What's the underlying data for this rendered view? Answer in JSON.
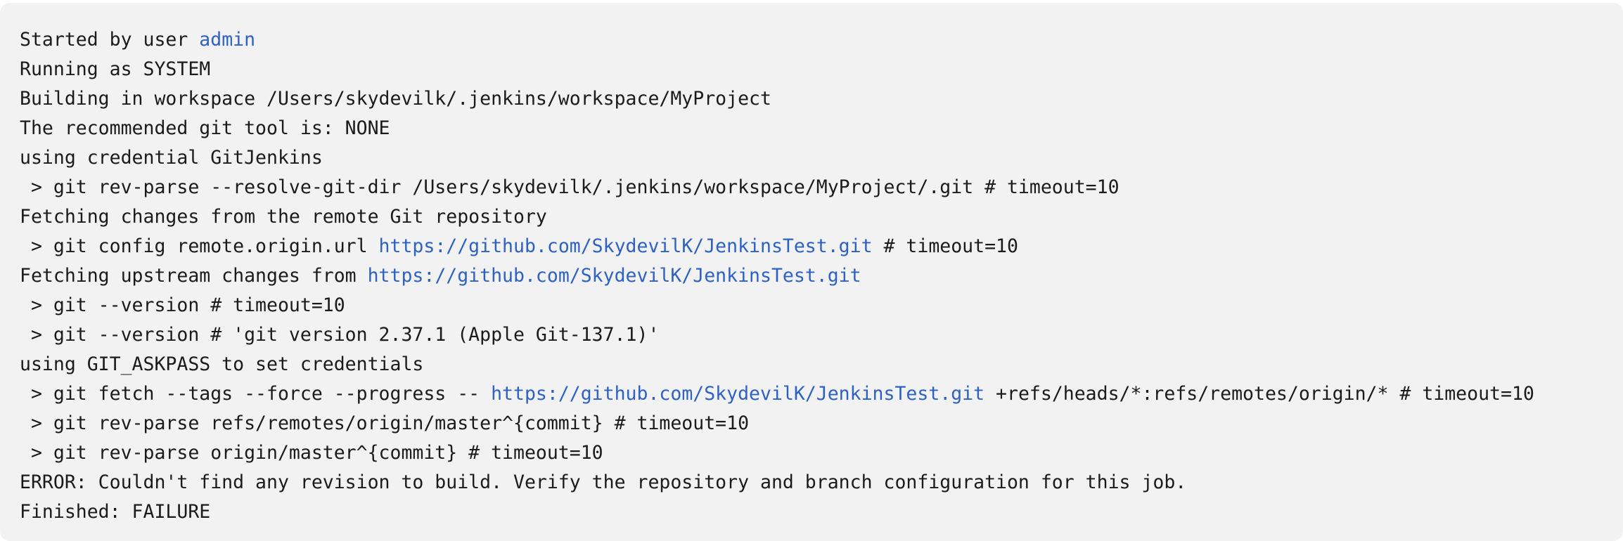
{
  "colors": {
    "panel_background": "#f2f2f2",
    "text": "#1b1b1b",
    "link": "#2e61c4"
  },
  "console": {
    "lines": [
      [
        {
          "text": "Started by user "
        },
        {
          "text": "admin",
          "link": true
        }
      ],
      [
        {
          "text": "Running as SYSTEM"
        }
      ],
      [
        {
          "text": "Building in workspace /Users/skydevilk/.jenkins/workspace/MyProject"
        }
      ],
      [
        {
          "text": "The recommended git tool is: NONE"
        }
      ],
      [
        {
          "text": "using credential GitJenkins"
        }
      ],
      [
        {
          "text": " > git rev-parse --resolve-git-dir /Users/skydevilk/.jenkins/workspace/MyProject/.git # timeout=10"
        }
      ],
      [
        {
          "text": "Fetching changes from the remote Git repository"
        }
      ],
      [
        {
          "text": " > git config remote.origin.url "
        },
        {
          "text": "https://github.com/SkydevilK/JenkinsTest.git",
          "link": true
        },
        {
          "text": " # timeout=10"
        }
      ],
      [
        {
          "text": "Fetching upstream changes from "
        },
        {
          "text": "https://github.com/SkydevilK/JenkinsTest.git",
          "link": true
        }
      ],
      [
        {
          "text": " > git --version # timeout=10"
        }
      ],
      [
        {
          "text": " > git --version # 'git version 2.37.1 (Apple Git-137.1)'"
        }
      ],
      [
        {
          "text": "using GIT_ASKPASS to set credentials"
        }
      ],
      [
        {
          "text": " > git fetch --tags --force --progress -- "
        },
        {
          "text": "https://github.com/SkydevilK/JenkinsTest.git",
          "link": true
        },
        {
          "text": " +refs/heads/*:refs/remotes/origin/* # timeout=10"
        }
      ],
      [
        {
          "text": " > git rev-parse refs/remotes/origin/master^{commit} # timeout=10"
        }
      ],
      [
        {
          "text": " > git rev-parse origin/master^{commit} # timeout=10"
        }
      ],
      [
        {
          "text": "ERROR: Couldn't find any revision to build. Verify the repository and branch configuration for this job."
        }
      ],
      [
        {
          "text": "Finished: FAILURE"
        }
      ]
    ]
  }
}
